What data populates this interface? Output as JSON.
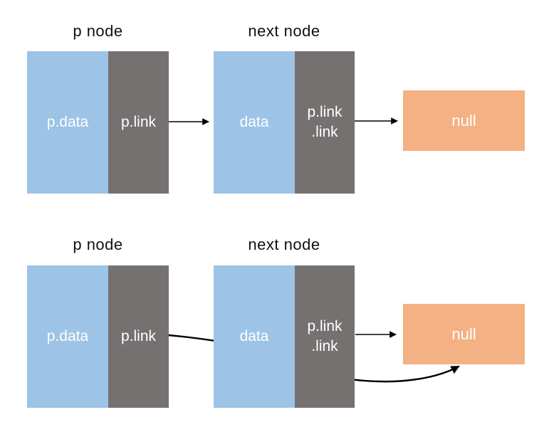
{
  "palette": {
    "blue": "#9DC3E6",
    "gray": "#767171",
    "orange": "#F4B183",
    "arrow": "#000000",
    "label_text": "#111111",
    "box_text": "#FFFFFF",
    "background": "#FFFFFF"
  },
  "rows": [
    {
      "name": "before-deletion",
      "p_node_title": "p node",
      "next_node_title": "next node",
      "p_data": "p.data",
      "p_link": "p.link",
      "next_data": "data",
      "next_link_line1": "p.link",
      "next_link_line2": ".link",
      "null_label": "null"
    },
    {
      "name": "after-deletion",
      "p_node_title": "p node",
      "next_node_title": "next node",
      "p_data": "p.data",
      "p_link": "p.link",
      "next_data": "data",
      "next_link_line1": "p.link",
      "next_link_line2": ".link",
      "null_label": "null"
    }
  ]
}
